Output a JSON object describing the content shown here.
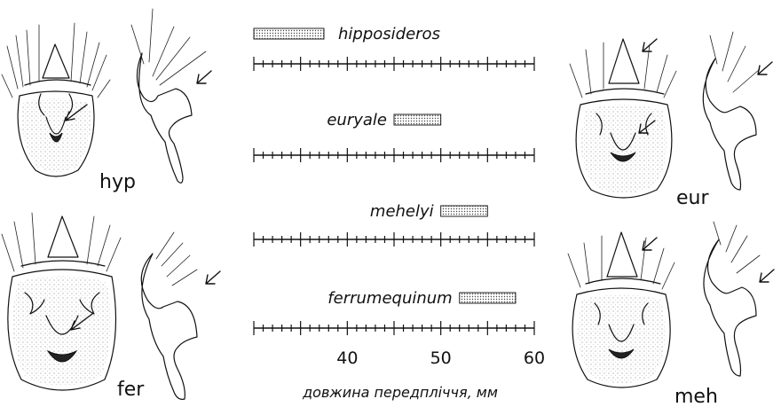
{
  "chart_data": {
    "type": "range-bar",
    "xlabel": "довжина передпліччя, мм",
    "xlim": [
      30,
      60
    ],
    "ticks": [
      30,
      31,
      32,
      33,
      34,
      35,
      36,
      37,
      38,
      39,
      40,
      41,
      42,
      43,
      44,
      45,
      46,
      47,
      48,
      49,
      50,
      51,
      52,
      53,
      54,
      55,
      56,
      57,
      58,
      59,
      60
    ],
    "tick_labels": [
      "40",
      "50",
      "60"
    ],
    "tick_label_values": [
      40,
      50,
      60
    ],
    "series": [
      {
        "name": "hipposideros",
        "min": 30,
        "max": 37.5
      },
      {
        "name": "euryale",
        "min": 45,
        "max": 50
      },
      {
        "name": "mehelyi",
        "min": 50,
        "max": 55
      },
      {
        "name": "ferrumequinum",
        "min": 52,
        "max": 58
      }
    ]
  },
  "specimens": [
    {
      "code": "hyp"
    },
    {
      "code": "fer"
    },
    {
      "code": "eur"
    },
    {
      "code": "meh"
    }
  ]
}
